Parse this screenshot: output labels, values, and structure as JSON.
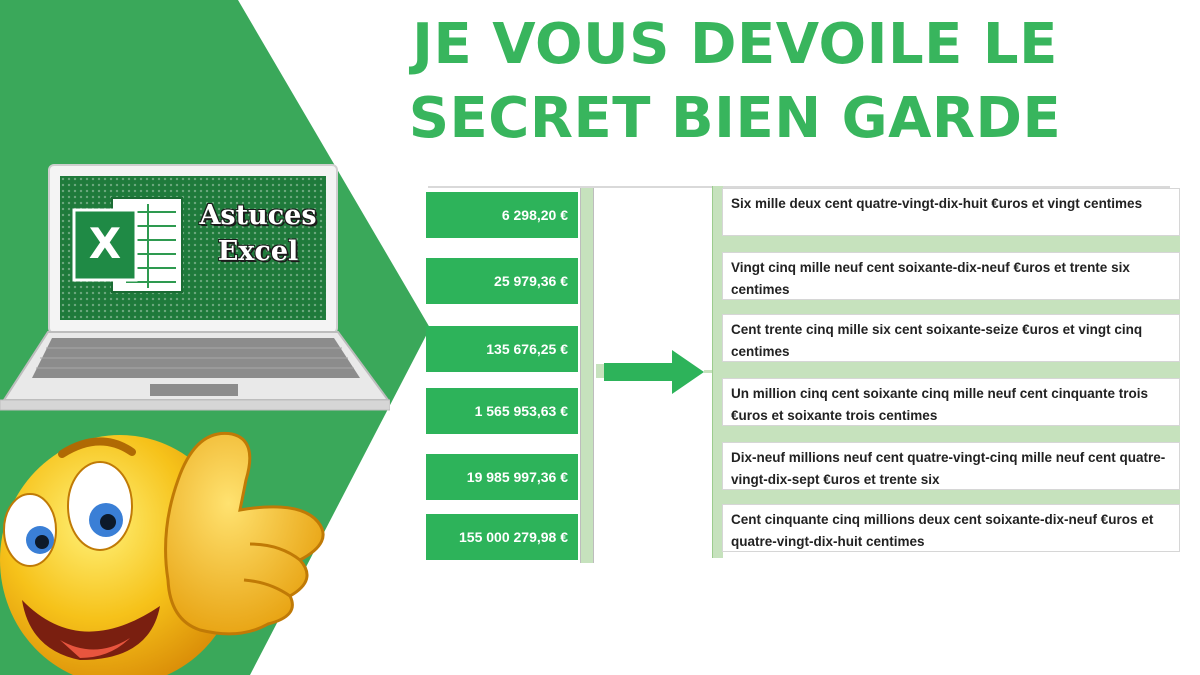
{
  "title": {
    "line1": "JE VOUS DEVOILE LE",
    "line2": "SECRET BIEN GARDE"
  },
  "logo": {
    "icon": "excel-x-icon",
    "letter": "X",
    "line1": "Astuces",
    "line2": "Excel"
  },
  "colors": {
    "brand_green": "#38b55d",
    "cell_green": "#2db35a",
    "light_green": "#c6e2bd",
    "screen_green": "#1f7a3b"
  },
  "amounts": [
    "6 298,20 €",
    "25 979,36 €",
    "135 676,25 €",
    "1 565 953,63 €",
    "19 985 997,36 €",
    "155 000 279,98 €"
  ],
  "words": [
    "Six mille deux cent quatre-vingt-dix-huit €uros et vingt centimes",
    "Vingt cinq mille neuf cent soixante-dix-neuf €uros et trente six centimes",
    "Cent trente cinq mille six cent soixante-seize €uros et vingt cinq centimes",
    "Un million cinq cent soixante cinq mille neuf cent cinquante trois €uros et soixante trois centimes",
    "Dix-neuf millions neuf cent quatre-vingt-cinq mille neuf cent quatre-vingt-dix-sept €uros et trente six",
    "Cent cinquante cinq millions deux cent soixante-dix-neuf €uros et quatre-vingt-dix-huit centimes"
  ],
  "icons": {
    "arrow": "arrow-right-icon",
    "smiley": "thumbs-up-smiley-icon",
    "laptop": "laptop-icon"
  }
}
